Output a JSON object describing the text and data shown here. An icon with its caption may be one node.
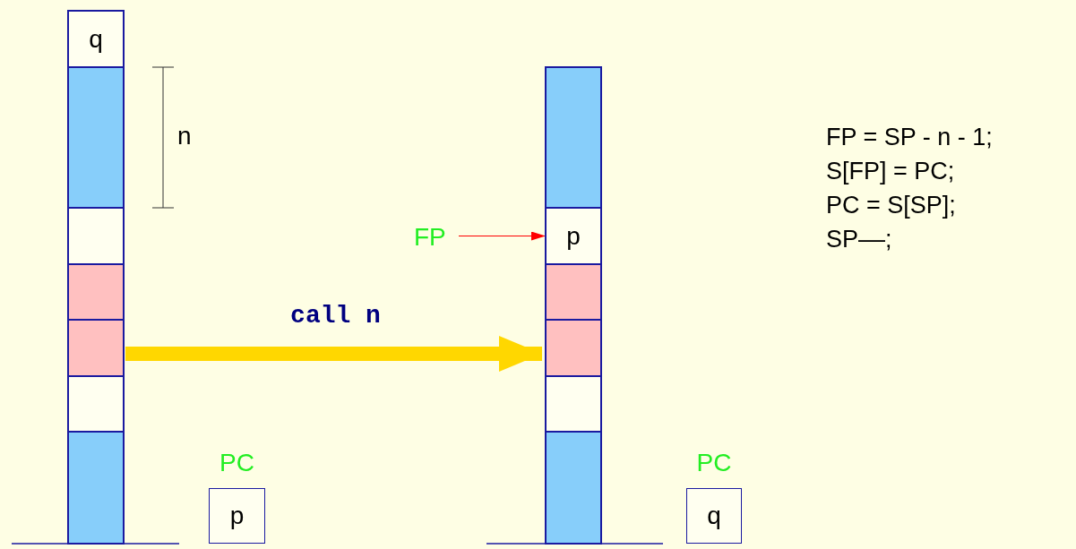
{
  "diagram": {
    "nodes": [
      {
        "text": [],
        "shape": "bar"
      },
      {
        "text": [
          "q"
        ],
        "in": 0
      },
      {
        "text": [],
        "shape": "box",
        "in": 0
      },
      {
        "text": [],
        "shape": "box",
        "in": 0
      },
      {
        "text": [],
        "shape": "box",
        "in": 0
      },
      {
        "text": [],
        "shape": "box",
        "in": 0
      },
      {
        "text": [],
        "shape": "box",
        "in": 0
      },
      {
        "text": [],
        "shape": "box",
        "in": 0
      },
      {
        "text": [
          "p"
        ],
        "beside": [
          "PC"
        ]
      },
      {
        "text": [
          "FP"
        ]
      },
      {
        "text": [],
        "shape": "bar"
      },
      {
        "text": [],
        "shape": "box",
        "in": 10
      },
      {
        "text": [
          "p"
        ],
        "in": 10
      },
      {
        "text": [],
        "shape": "box",
        "in": 10
      },
      {
        "text": [],
        "shape": "box",
        "in": 10
      },
      {
        "text": [],
        "shape": "box",
        "in": 10
      },
      {
        "text": [],
        "shape": "box",
        "in": 10
      },
      {
        "text": [
          "q"
        ],
        "beside": [
          "PC"
        ]
      }
    ],
    "edges": [
      {
        "from": 0,
        "to": 10,
        "arrow": "to",
        "label": "call n",
        "style": "thick",
        "color": "#ffd700"
      },
      {
        "from": 9,
        "to": 12,
        "arrow": "to",
        "color": "#ff0000"
      }
    ],
    "labels": [
      "n",
      "FP = SP - n - 1;",
      "S[FP] = PC;",
      "PC = S[SP];",
      "SP––;"
    ]
  }
}
